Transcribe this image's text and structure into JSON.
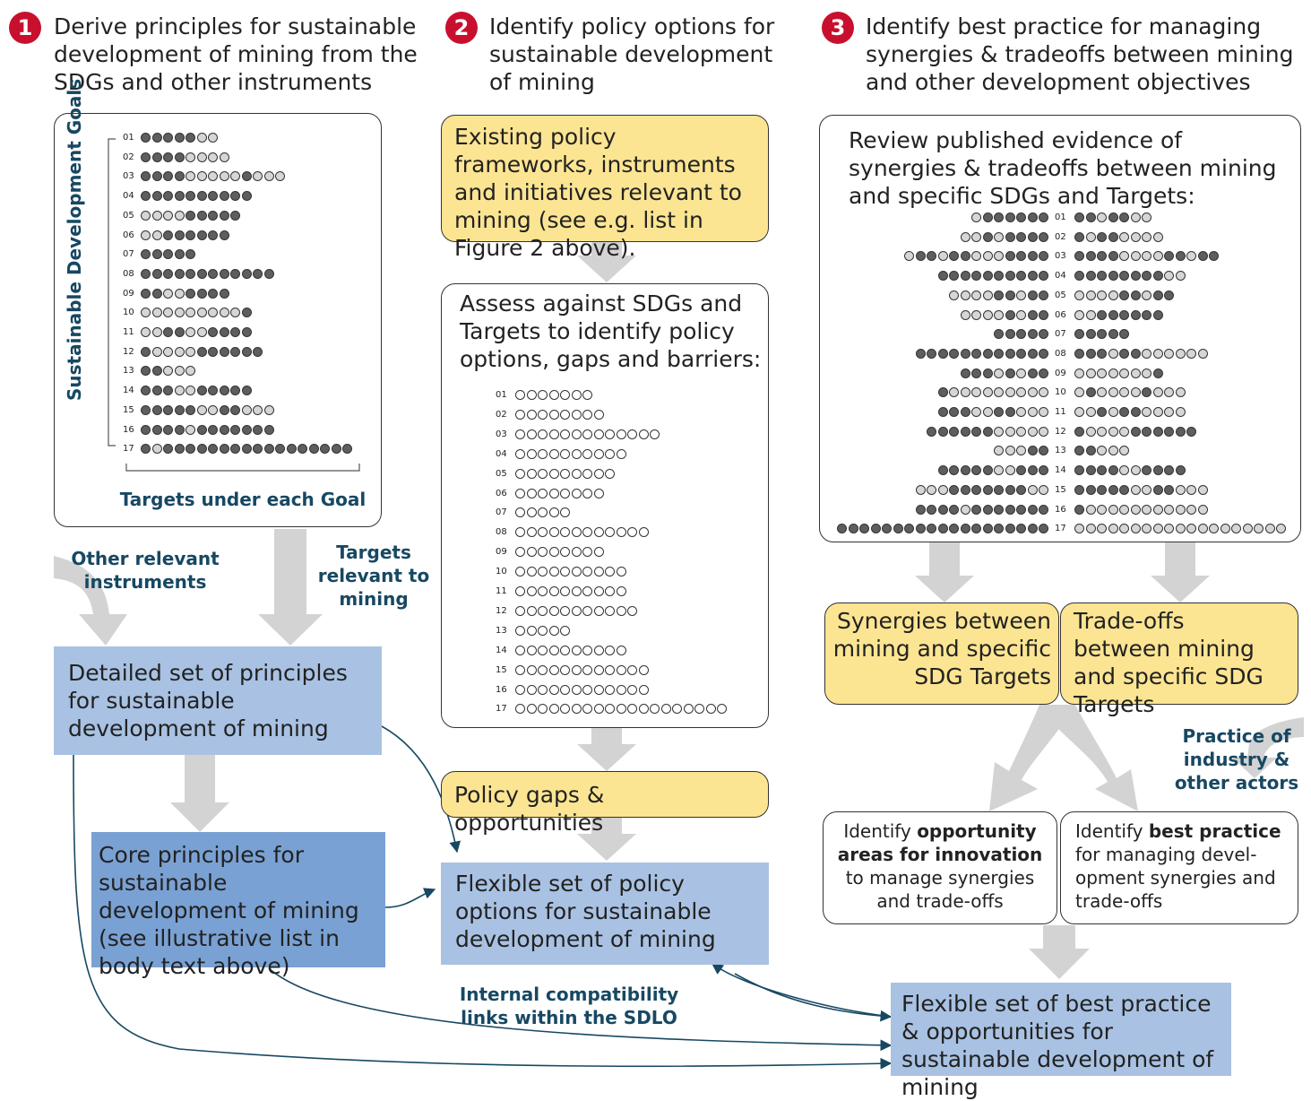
{
  "steps": {
    "s1": {
      "num": "1",
      "text": "Derive principles for sustainable development of mining from the SDGs and other instruments"
    },
    "s2": {
      "num": "2",
      "text": "Identify policy options for sustainable development of mining"
    },
    "s3": {
      "num": "3",
      "text": "Identify best practice for managing synergies & tradeoffs between mining and other development objectives"
    }
  },
  "panel1": {
    "ylabel": "Sustainable Development Goals",
    "xlabel": "Targets under each Goal",
    "goals": [
      {
        "id": "01",
        "dots": "DDDDDLL"
      },
      {
        "id": "02",
        "dots": "DDDDLLLL"
      },
      {
        "id": "03",
        "dots": "DDDDLLLLLDLLL"
      },
      {
        "id": "04",
        "dots": "DDDDDDDDDD"
      },
      {
        "id": "05",
        "dots": "LLLLDDDDD"
      },
      {
        "id": "06",
        "dots": "LLDDDDDD"
      },
      {
        "id": "07",
        "dots": "DDDDD"
      },
      {
        "id": "08",
        "dots": "DDDDDDDDDDDD"
      },
      {
        "id": "09",
        "dots": "DDLLDDDD"
      },
      {
        "id": "10",
        "dots": "LLLLLLLLLD"
      },
      {
        "id": "11",
        "dots": "LLDDLLDDDD"
      },
      {
        "id": "12",
        "dots": "DLLLLDDDDDD"
      },
      {
        "id": "13",
        "dots": "DDLLL"
      },
      {
        "id": "14",
        "dots": "DDDLLDDDDD"
      },
      {
        "id": "15",
        "dots": "DDDDDLLDDLLL"
      },
      {
        "id": "16",
        "dots": "DDDDLDDDDDDD"
      },
      {
        "id": "17",
        "dots": "DLDDDDDDDDDDDDDDDDD"
      }
    ]
  },
  "panel2": {
    "top_box": "Existing policy frameworks, instruments and initiatives relevant to mining (see e.g. list in Figure 2 above).",
    "assess_text": "Assess against SDGs and Targets to identify policy options, gaps and barriers:",
    "goals": [
      {
        "id": "01",
        "n": 7
      },
      {
        "id": "02",
        "n": 8
      },
      {
        "id": "03",
        "n": 13
      },
      {
        "id": "04",
        "n": 10
      },
      {
        "id": "05",
        "n": 9
      },
      {
        "id": "06",
        "n": 8
      },
      {
        "id": "07",
        "n": 5
      },
      {
        "id": "08",
        "n": 12
      },
      {
        "id": "09",
        "n": 8
      },
      {
        "id": "10",
        "n": 10
      },
      {
        "id": "11",
        "n": 10
      },
      {
        "id": "12",
        "n": 11
      },
      {
        "id": "13",
        "n": 5
      },
      {
        "id": "14",
        "n": 10
      },
      {
        "id": "15",
        "n": 12
      },
      {
        "id": "16",
        "n": 12
      },
      {
        "id": "17",
        "n": 19
      }
    ],
    "gaps_box": "Policy gaps & opportunities",
    "flex_box": "Flexible set of policy options for sustainable development of mining"
  },
  "panel3": {
    "review_text": "Review published evidence of synergies & tradeoffs between mining and specific SDGs and Targets:",
    "goals": [
      {
        "id": "01",
        "left": "LDDDDDD",
        "right": "DDLDDLL"
      },
      {
        "id": "02",
        "left": "LLDLDDDD",
        "right": "DLDDLLLL"
      },
      {
        "id": "03",
        "left": "LDDLDDLLLDDDD",
        "right": "DDDDLLLLDDLDD"
      },
      {
        "id": "04",
        "left": "DDDDDDDDDD",
        "right": "DDDDDDDDLL"
      },
      {
        "id": "05",
        "left": "LLLLDDLDD",
        "right": "LLLLDDLDD"
      },
      {
        "id": "06",
        "left": "LLLLDLDD",
        "right": "LLDDDDDD"
      },
      {
        "id": "07",
        "left": "DDDDD",
        "right": "DDDDD"
      },
      {
        "id": "08",
        "left": "DDDDDDDDDDDD",
        "right": "DDDLDDLLLLLL"
      },
      {
        "id": "09",
        "left": "DDDLDLDD",
        "right": "LLLLLLLD"
      },
      {
        "id": "10",
        "left": "DLLLLLLLLL",
        "right": "LDLLLLDLLL"
      },
      {
        "id": "11",
        "left": "DDDLLDDLLL",
        "right": "LLDLDDLLLL"
      },
      {
        "id": "12",
        "left": "DDDDDDLLLLL",
        "right": "DLLLLDDDDDD"
      },
      {
        "id": "13",
        "left": "LLLDD",
        "right": "DDLLL"
      },
      {
        "id": "14",
        "left": "DDDDDLLDDD",
        "right": "DDDDLLDDDD"
      },
      {
        "id": "15",
        "left": "LLLDDDDDDDLL",
        "right": "DDDDDLLDDLLL"
      },
      {
        "id": "16",
        "left": "DDDDLDDDDDDD",
        "right": "DLLLLLLLLLLL"
      },
      {
        "id": "17",
        "left": "DDDDDDDDDDDDDDDDDDD",
        "right": "LLLLLLLLLLLLLLLLLLL"
      }
    ],
    "synergies_box": "Synergies between mining and specific SDG Targets",
    "tradeoffs_box": "Trade-offs between mining and specific SDG Targets",
    "opp_box": {
      "pre": "Identify ",
      "bold": "opportunity areas for innovation",
      "post": " to manage synergies and trade-offs"
    },
    "best_box": {
      "pre": "Identify ",
      "bold": "best practice",
      "post": " for managing devel-opment synergies and trade-offs"
    },
    "final_box": "Flexible set of best practice & opportunities for sustainable development of mining"
  },
  "labels": {
    "other_instruments": "Other relevant instruments",
    "targets_relevant": "Targets relevant to mining",
    "practice_industry": "Practice of industry & other actors",
    "compat": "Internal compatibility links within the SDLO"
  },
  "boxes": {
    "detailed": "Detailed set of principles for sustainable development of mining",
    "core": "Core principles for sustainable development of mining (see illustrative list in body text above)"
  },
  "colors": {
    "dark_dot": "#5e5e5e",
    "light_dot": "#d6d6d6",
    "yellow": "#fce592",
    "blue_light": "#a9c2e3",
    "blue_dark": "#7aa1d3",
    "label": "#174863",
    "step_red": "#c8102e",
    "arrow_gray": "#d3d3d3"
  }
}
